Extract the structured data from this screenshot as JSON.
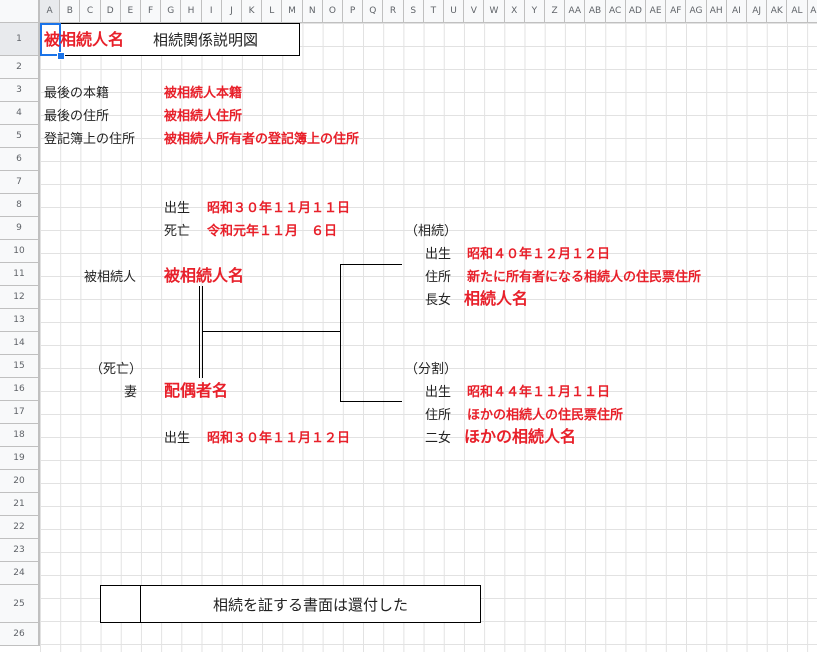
{
  "columns": [
    "A",
    "B",
    "C",
    "D",
    "E",
    "F",
    "G",
    "H",
    "I",
    "J",
    "K",
    "L",
    "M",
    "N",
    "O",
    "P",
    "Q",
    "R",
    "S",
    "T",
    "U",
    "V",
    "W",
    "X",
    "Y",
    "Z",
    "AA",
    "AB",
    "AC",
    "AD",
    "AE",
    "AF",
    "AG",
    "AH",
    "AI",
    "AJ",
    "AK",
    "AL",
    "AM"
  ],
  "rows": [
    "1",
    "2",
    "3",
    "4",
    "5",
    "6",
    "7",
    "8",
    "9",
    "10",
    "11",
    "12",
    "13",
    "14",
    "15",
    "16",
    "17",
    "18",
    "19",
    "20",
    "21",
    "22",
    "23",
    "24",
    "25",
    "26"
  ],
  "title": {
    "name": "被相続人名",
    "heading": "相続関係説明図"
  },
  "info": {
    "honseki_label": "最後の本籍",
    "honseki_value": "被相続人本籍",
    "address_label": "最後の住所",
    "address_value": "被相続人住所",
    "registry_label": "登記簿上の住所",
    "registry_value": "被相続人所有者の登記簿上の住所"
  },
  "decedent": {
    "birth_label": "出生",
    "birth_value": "昭和３０年１１月１１日",
    "death_label": "死亡",
    "death_value": "令和元年１１月　６日",
    "role_label": "被相続人",
    "name": "被相続人名"
  },
  "spouse": {
    "status": "（死亡）",
    "role_label": "妻",
    "name": "配偶者名",
    "birth_label": "出生",
    "birth_value": "昭和３０年１１月１２日"
  },
  "child1": {
    "status": "（相続）",
    "birth_label": "出生",
    "birth_value": "昭和４０年１２月１２日",
    "address_label": "住所",
    "address_value": "新たに所有者になる相続人の住民票住所",
    "relation": "長女",
    "name": "相続人名"
  },
  "child2": {
    "status": "（分割）",
    "birth_label": "出生",
    "birth_value": "昭和４４年１１月１１日",
    "address_label": "住所",
    "address_value": "ほかの相続人の住民票住所",
    "relation": "二女",
    "name": "ほかの相続人名"
  },
  "footer": {
    "note": "相続を証する書面は還付した"
  }
}
